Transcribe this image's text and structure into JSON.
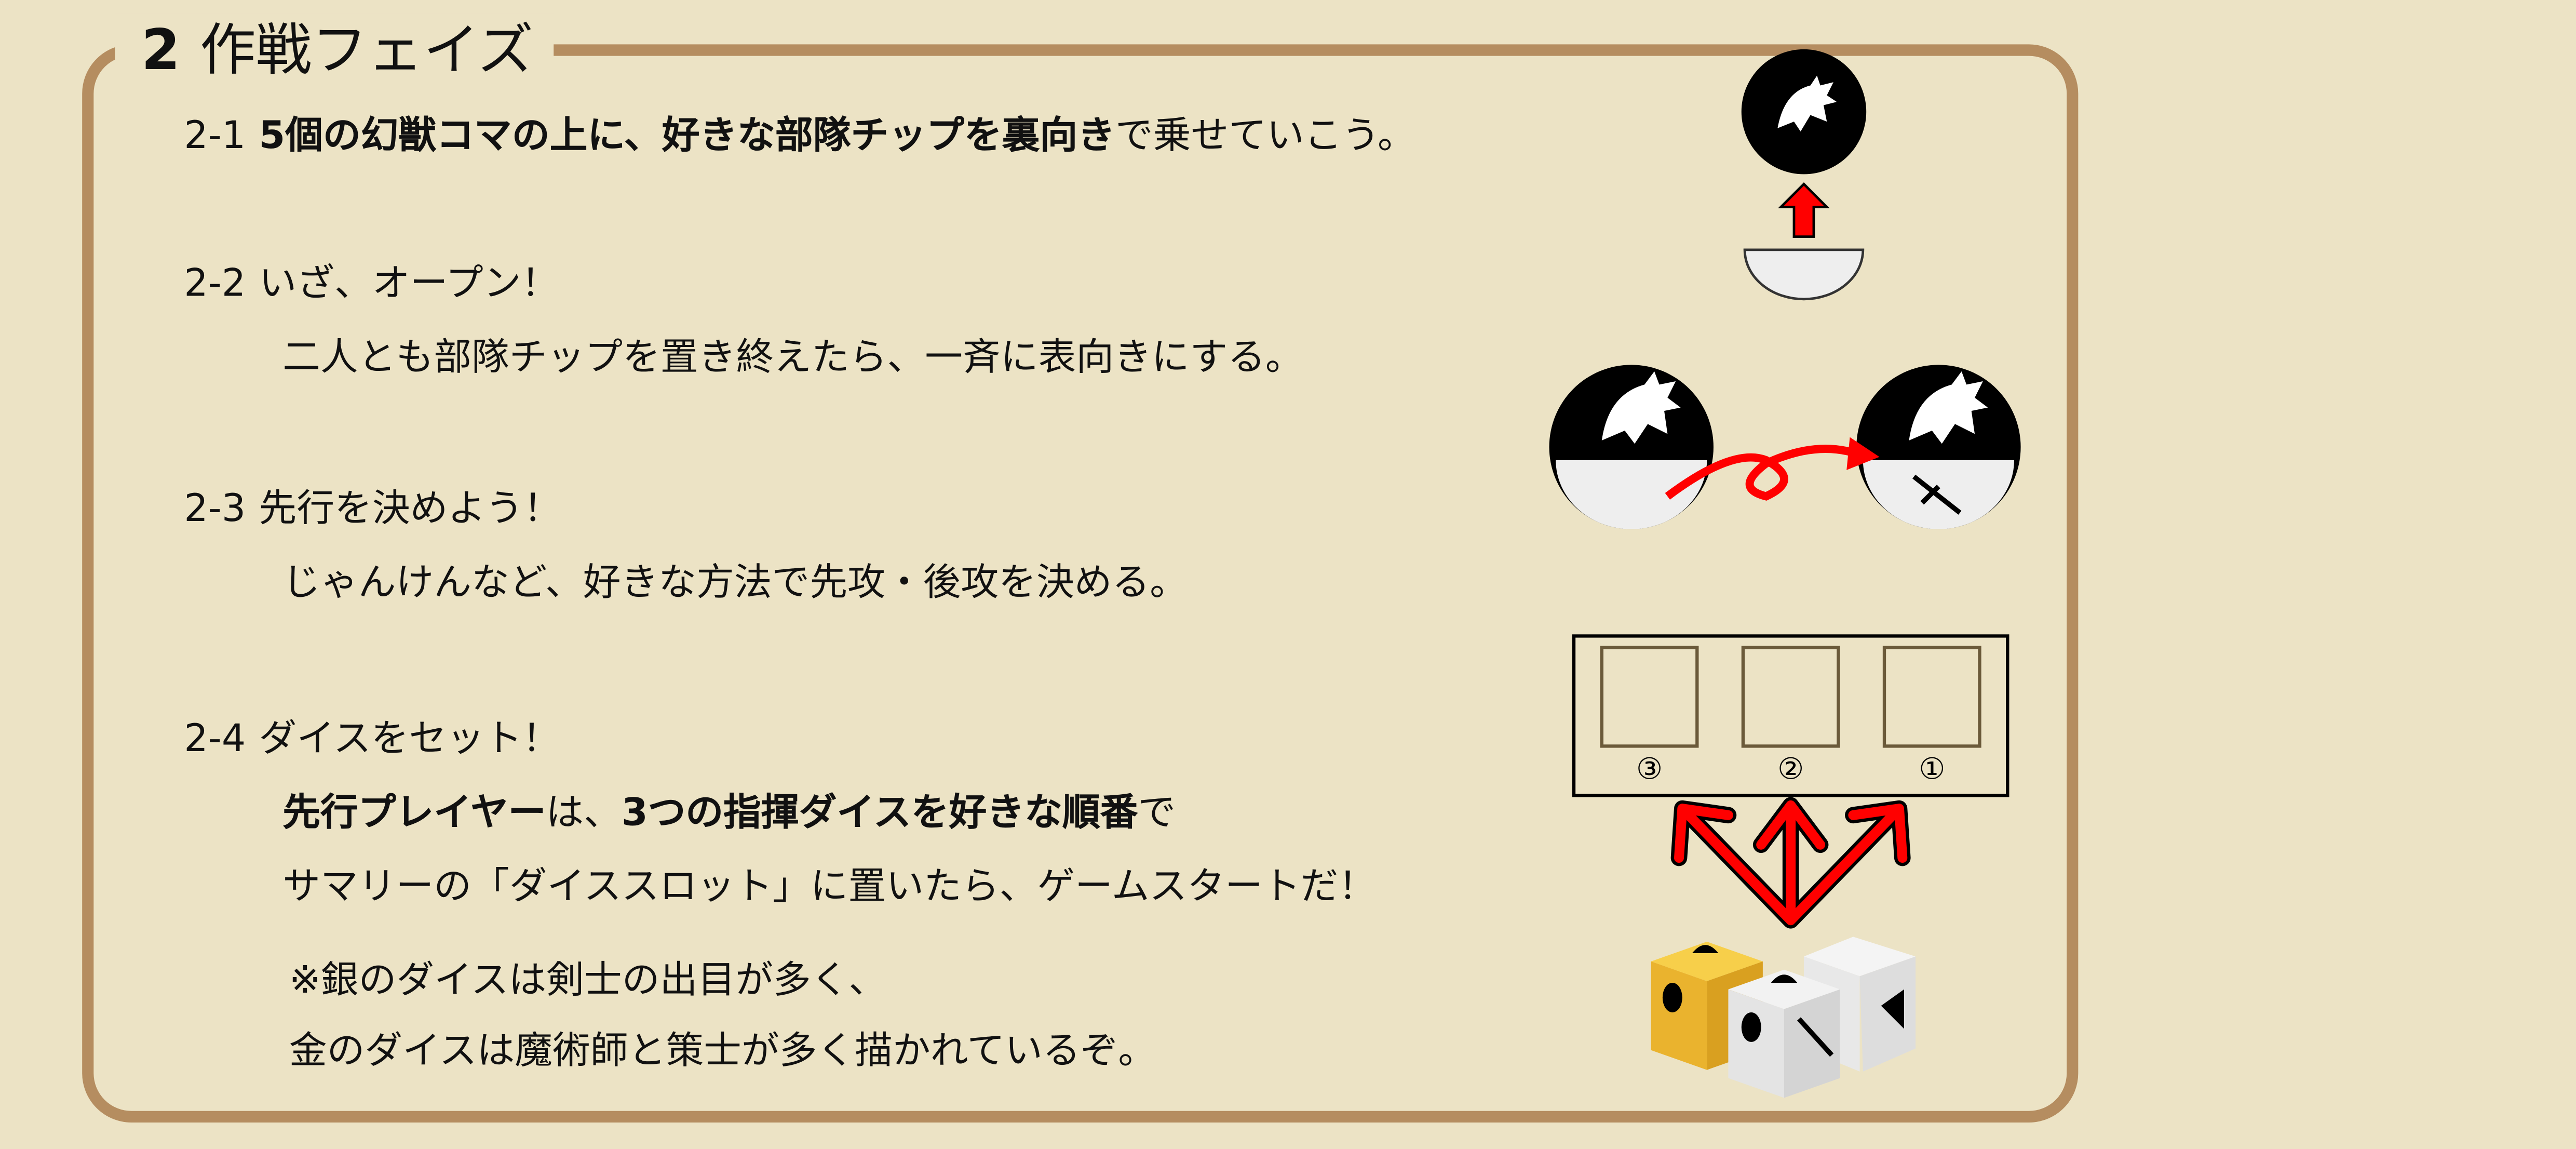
{
  "section": {
    "number": "2",
    "title": "作戦フェイズ"
  },
  "steps": [
    {
      "num": "2-1",
      "parts": [
        {
          "bold": "5個の幻獣コマの上に、好きな部隊チップを裏向き"
        },
        {
          "text": "で乗せていこう。"
        }
      ]
    },
    {
      "num": "2-2",
      "heading": "いざ、オープン！",
      "body": "二人とも部隊チップを置き終えたら、一斉に表向きにする。"
    },
    {
      "num": "2-3",
      "heading": "先行を決めよう！",
      "body": "じゃんけんなど、好きな方法で先攻・後攻を決める。"
    },
    {
      "num": "2-4",
      "heading": "ダイスをセット！",
      "body1": {
        "b1": "先行プレイヤー",
        "t1": "は、",
        "b2": "3つの指揮ダイスを好きな順番",
        "t2": "で"
      },
      "body2": "サマリーの「ダイススロット」に置いたら、ゲームスタートだ！",
      "note1": "※銀のダイスは剣士の出目が多く、",
      "note2": "金のダイスは魔術師と策士が多く描かれているぞ。"
    }
  ],
  "dice_slots": {
    "labels": [
      "③",
      "②",
      "①"
    ]
  },
  "colors": {
    "background": "#ece3c5",
    "frame": "#b58d60",
    "arrow": "#ff0000",
    "gold_die": "#f0b830",
    "silver_die": "#e6e6e6"
  }
}
